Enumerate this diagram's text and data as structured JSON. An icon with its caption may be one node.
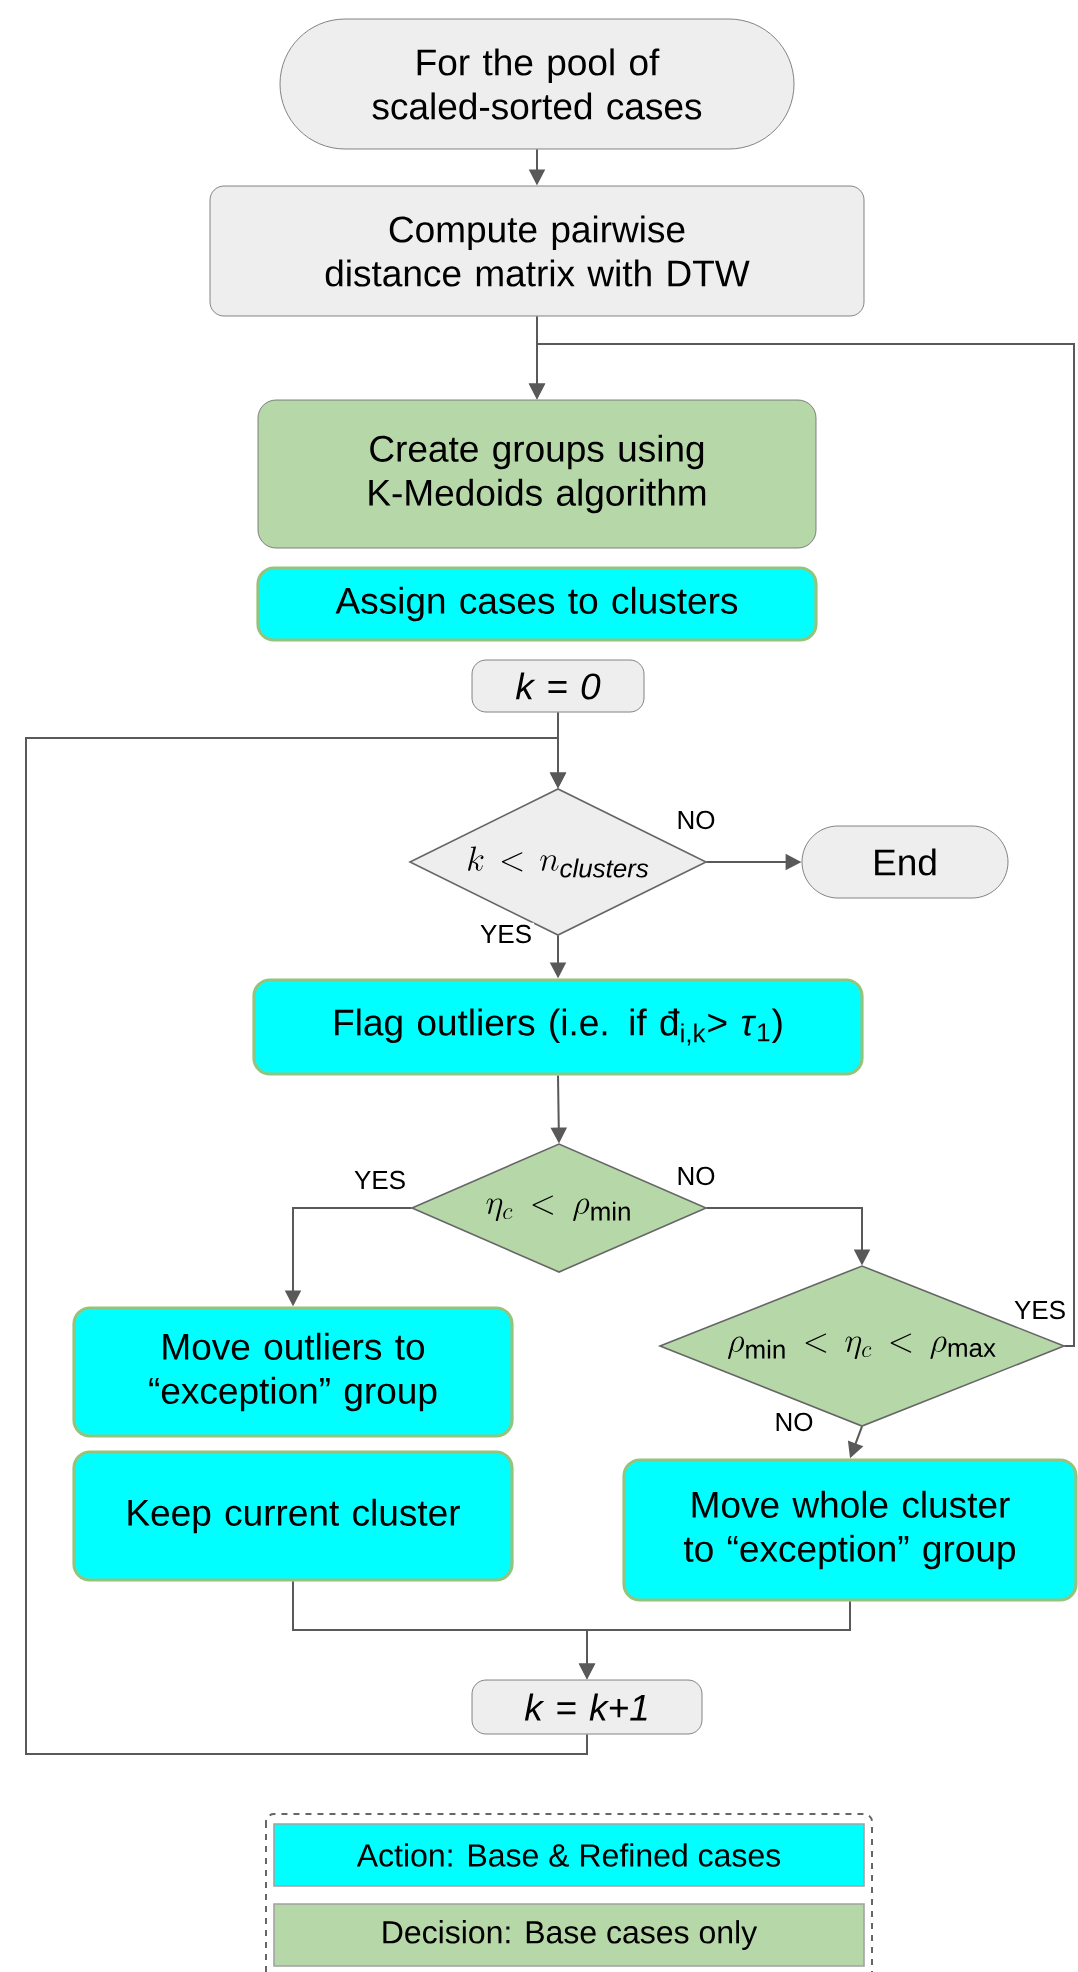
{
  "diagram": {
    "nodes": [
      {
        "text": [
          "For the pool of scaled-sorted cases"
        ]
      },
      {
        "text": [
          "Compute pairwise distance matrix with DTW"
        ]
      },
      {
        "text": [
          "Create groups using K-Medoids algorithm"
        ]
      },
      {
        "text": [
          "Assign cases to clusters"
        ]
      },
      {
        "text": [
          "k = 0"
        ]
      },
      {
        "text": [
          "k < n_{\\mathit{clusters}}"
        ]
      },
      {
        "text": [
          "End"
        ]
      },
      {
        "text": [
          "Flag outliers (i.e. if đ$_{i,k}$> *τ*$_{1}$)"
        ]
      },
      {
        "text": [
          "\\eta_c < \\rho_{\\mathrm{min}}"
        ]
      },
      {
        "text": [
          "Move outliers to “exception” group"
        ]
      },
      {
        "text": [
          "Keep current cluster"
        ]
      },
      {
        "text": [
          "\\rho_{\\mathrm{min}} < \\eta_c < \\rho_{\\mathrm{max}}"
        ]
      },
      {
        "text": [
          "Move whole cluster to “exception” group"
        ]
      },
      {
        "text": [
          "k = k+1"
        ]
      }
    ],
    "edges": [
      {
        "from": 0,
        "to": 1,
        "arrow": "to"
      },
      {
        "from": 1,
        "to": 2,
        "arrow": "to"
      },
      {
        "from": 4,
        "to": 5,
        "arrow": "to"
      },
      {
        "from": 5,
        "to": 6,
        "arrow": "to",
        "label": "NO"
      },
      {
        "from": 5,
        "to": 7,
        "arrow": "to",
        "label": "YES"
      },
      {
        "from": 7,
        "to": 8,
        "arrow": "to"
      },
      {
        "from": 8,
        "to": 9,
        "arrow": "to",
        "label": "YES"
      },
      {
        "from": 8,
        "to": 11,
        "arrow": "to",
        "label": "NO"
      },
      {
        "from": 11,
        "to": 12,
        "arrow": "to",
        "label": "NO"
      },
      {
        "from": 11,
        "to": 2,
        "arrow": "to",
        "label": "YES"
      },
      {
        "from": 10,
        "to": 13,
        "arrow": "to"
      },
      {
        "from": 12,
        "to": 13,
        "arrow": "to"
      },
      {
        "from": 13,
        "to": 5,
        "arrow": "to"
      }
    ],
    "legend": [
      {
        "text": "Action: Base & Refined cases",
        "color": "#00ffff"
      },
      {
        "text": "Decision: Base cases only",
        "color": "#b6d7a8"
      }
    ]
  }
}
